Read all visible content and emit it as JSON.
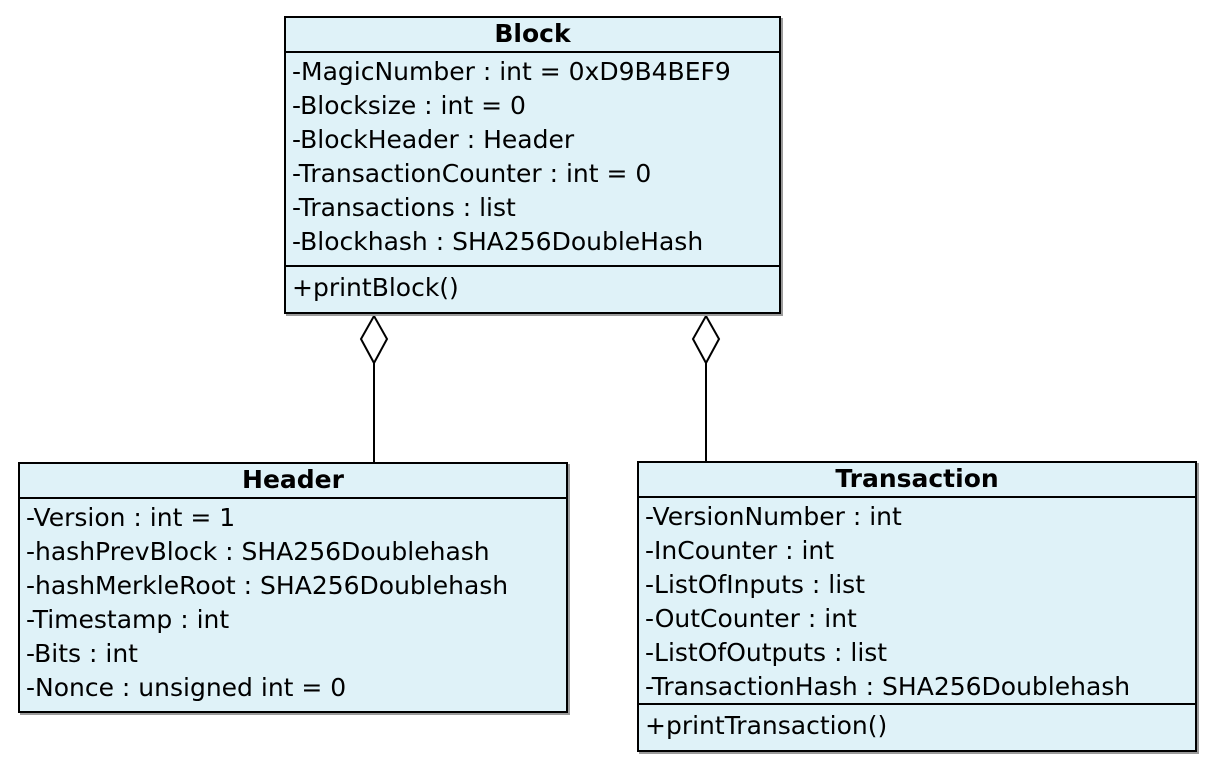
{
  "diagram": {
    "type": "uml-class-diagram",
    "colors": {
      "background": "#ffffff",
      "box_fill": "#dff2f8",
      "border_color": "#000000",
      "diamond_fill": "#ffffff",
      "text_color": "#000000"
    },
    "classes": {
      "block": {
        "title": "Block",
        "attributes": [
          "-MagicNumber : int = 0xD9B4BEF9",
          "-Blocksize : int = 0",
          "-BlockHeader : Header",
          "-TransactionCounter : int = 0",
          "-Transactions : list",
          "-Blockhash : SHA256DoubleHash"
        ],
        "methods": [
          "+printBlock()"
        ]
      },
      "header": {
        "title": "Header",
        "attributes": [
          "-Version : int = 1",
          "-hashPrevBlock : SHA256Doublehash",
          "-hashMerkleRoot : SHA256Doublehash",
          "-Timestamp : int",
          "-Bits : int",
          "-Nonce : unsigned int = 0"
        ],
        "methods": []
      },
      "transaction": {
        "title": "Transaction",
        "attributes": [
          "-VersionNumber : int",
          "-InCounter : int",
          "-ListOfInputs : list",
          "-OutCounter : int",
          "-ListOfOutputs : list",
          "-TransactionHash : SHA256Doublehash"
        ],
        "methods": [
          "+printTransaction()"
        ]
      }
    },
    "relationships": [
      {
        "from": "Block",
        "to": "Header",
        "type": "aggregation",
        "diamond_at": "Block"
      },
      {
        "from": "Block",
        "to": "Transaction",
        "type": "aggregation",
        "diamond_at": "Block"
      }
    ]
  }
}
